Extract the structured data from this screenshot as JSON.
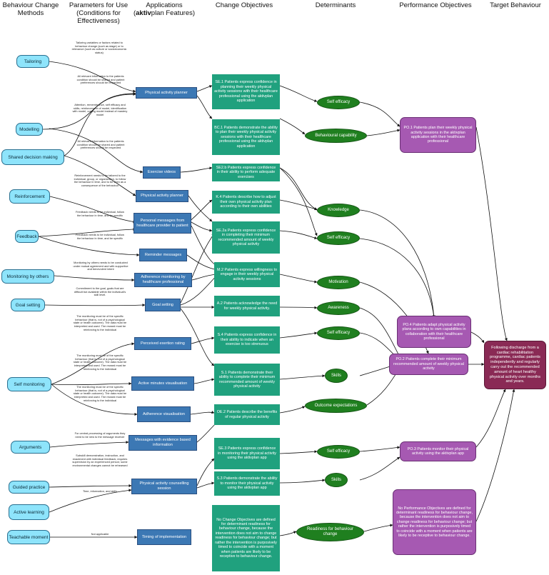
{
  "headers": {
    "methods": "Behaviour Change Methods",
    "parameters": "Parameters for Use (Conditions for Effectiveness)",
    "applications_prefix": "Applications",
    "applications_bold": "aktiv",
    "applications_suffix": "plan Features)",
    "objectives": "Change Objectives",
    "determinants": "Determinants",
    "performance": "Performance Objectives",
    "target": "Target Behaviour"
  },
  "methods": {
    "tailoring": "Tailoring",
    "modelling": "Modelling",
    "shared": "Shared decision making",
    "reinforcement": "Reinforcement",
    "feedback": "Feedback",
    "monitoring_others": "Monitoring by others",
    "goal_setting": "Goal setting",
    "self_monitoring": "Self monitoring",
    "arguments": "Arguments",
    "guided_practice": "Guided practice",
    "active_learning": "Active learning",
    "teachable_moment": "Teachable moment"
  },
  "params": {
    "p1": "Tailoring variables or factors related to behaviour change (such as stage) or to relevance (such as culture or socioeconomic status)",
    "p2": "All relevant information to the patients condition should be shared and patient preferences should be respected",
    "p3": "Attention, remembrance, self efficacy and skills, reinforcement of model, identification with model, coping model instead of mastery model",
    "p4": "All relevant information to the patients condition should be shared and patient preferences should be respected",
    "p5": "Reinforcement needs to be tailored to the individual, group, or organization, to follow the behaviour in time, and to be seen as a consequence of the behaviour",
    "p6": "Feedback needs to be individual, follow the behaviour in time, and be specific",
    "p7": "Feedback needs to be individual, follow the behaviour in time, and be specific",
    "p8": "Monitoring by others needs to be conducted under mutual agreement and with supportive and benevolent intent",
    "p9": "Commitment to the goal, goals that are difficult but available within the individual's skill level.",
    "p10": "The monitoring must be of the specific behaviour (that is, not of a psychological state or health outcome). The data must be interpreted and used. The reward must be reinforcing to the individual",
    "p11": "The monitoring must be of the specific behaviour (that is, not of a psychological state or health outcome). The data must be interpreted and used. The reward must be reinforcing to the individual",
    "p12": "The monitoring must be of the specific behaviour (that is, not of a psychological state or health outcome). The data must be interpreted and used. The reward must be reinforcing to the individual",
    "p13": "For central processing of arguments they need to be new to the message receiver",
    "p14": "Subskill demonstration, instruction, and enactment with individual feedback; requires supervision by an experienced person; some environmental changes cannot be rehearsed",
    "p15": "Time, information, and skills",
    "p16": "Not applicable"
  },
  "apps": {
    "a1": "Physical activity planner",
    "a2": "Exercise videos",
    "a3": "Physical activity planner",
    "a4": "Personal messages from healthcare provider to patient",
    "a5": "Reminder messages",
    "a6": "Adherence monitoring by healthcare professional",
    "a7": "Goal setting",
    "a8": "Perceived exertion rating",
    "a9": "Active minutes visualisation",
    "a10": "Adherence visualisation",
    "a11": "Messages with evidence based information",
    "a12": "Physical activity counselling session",
    "a13": "Timing of implementation"
  },
  "objectives": {
    "o1": "SE.1 Patients express confidence in planning their weekly physical activity sessions with their healthcare professional using the aktivplan application",
    "o2": "BC.1 Patients demonstrate the ability to plan their weekly physical activity sessions with their healthcare professional using the aktivplan application",
    "o3": "SE2.b Patients express confidence in their ability to perform adequate exercises",
    "o4": "K.4 Patients describe how to adjust their own physical activity plan according to their own abilities",
    "o5": "SE.2a Patients express confidence in completing their minimum recommended amount of weekly physical activity",
    "o6": "M.2 Patients express willingness to engage in their weekly physical activity sessions",
    "o7": "A.2 Patients acknowledge the need for weekly physical activity.",
    "o8": "S.4 Patients express confidence in their ability to indicate when an exercise is too strenuous",
    "o9": "S.1 Patients demonstrate their ability to complete their minimum recommended amount of weekly physical activity",
    "o10": "OE.2 Patients describe the benefits of regular physical activity",
    "o11": "SE.3 Patients express confidence in monitoring their physical activity using the aktivplan app",
    "o12": "S.3 Patients demonstrate the ability to monitor their physical activity using the aktivplan app",
    "o13": "No Change Objectives are defined for determinant readiness for behaviour change, because the intervention does not aim to change readiness for behaviour change; but rather the intervention is purposively timed to coincide with a moment when patients are likely to be receptive to behaviour change."
  },
  "determinants": {
    "d1": "Self efficacy",
    "d2": "Behavioural capability",
    "d3": "Knowledge",
    "d4": "Self efficacy",
    "d5": "Motivation",
    "d6": "Awareness",
    "d7": "Self efficacy",
    "d8": "Skills",
    "d9": "Outcome expectations",
    "d10": "Self efficacy",
    "d11": "Skills",
    "d12": "Readiness for behaviour change"
  },
  "performance": {
    "po1": "PO.1 Patients plan their weekly physical activity sessions in the aktivplan application with their healthcare professional",
    "po4": "PO.4 Patients adapt physical activity plans according to own capabilities in collaboration with their healthcare professional",
    "po2": "PO.2 Patients complete their minimum recommended amount of weekly physical activity",
    "po3": "PO.3 Patients monitor their physical activity using the aktivplan app",
    "none": "No Performance Objectives are defined for determinant readiness for behaviour change, because the intervention does not aim to change readiness for behaviour change; but rather the intervention is purposively timed to coincide with a moment when patients are likely to be receptive to behaviour change."
  },
  "target": "Following discharge from a cardiac rehabilitation programme, cardiac patients independently and regularly carry out the recommended amount of heart healthy physical activity over months and years.",
  "colors": {
    "method": "#8ee4fb",
    "application": "#3c78b4",
    "objective": "#20a17e",
    "determinant": "#1f7f1f",
    "performance": "#a659b2",
    "target": "#8a2a55"
  }
}
